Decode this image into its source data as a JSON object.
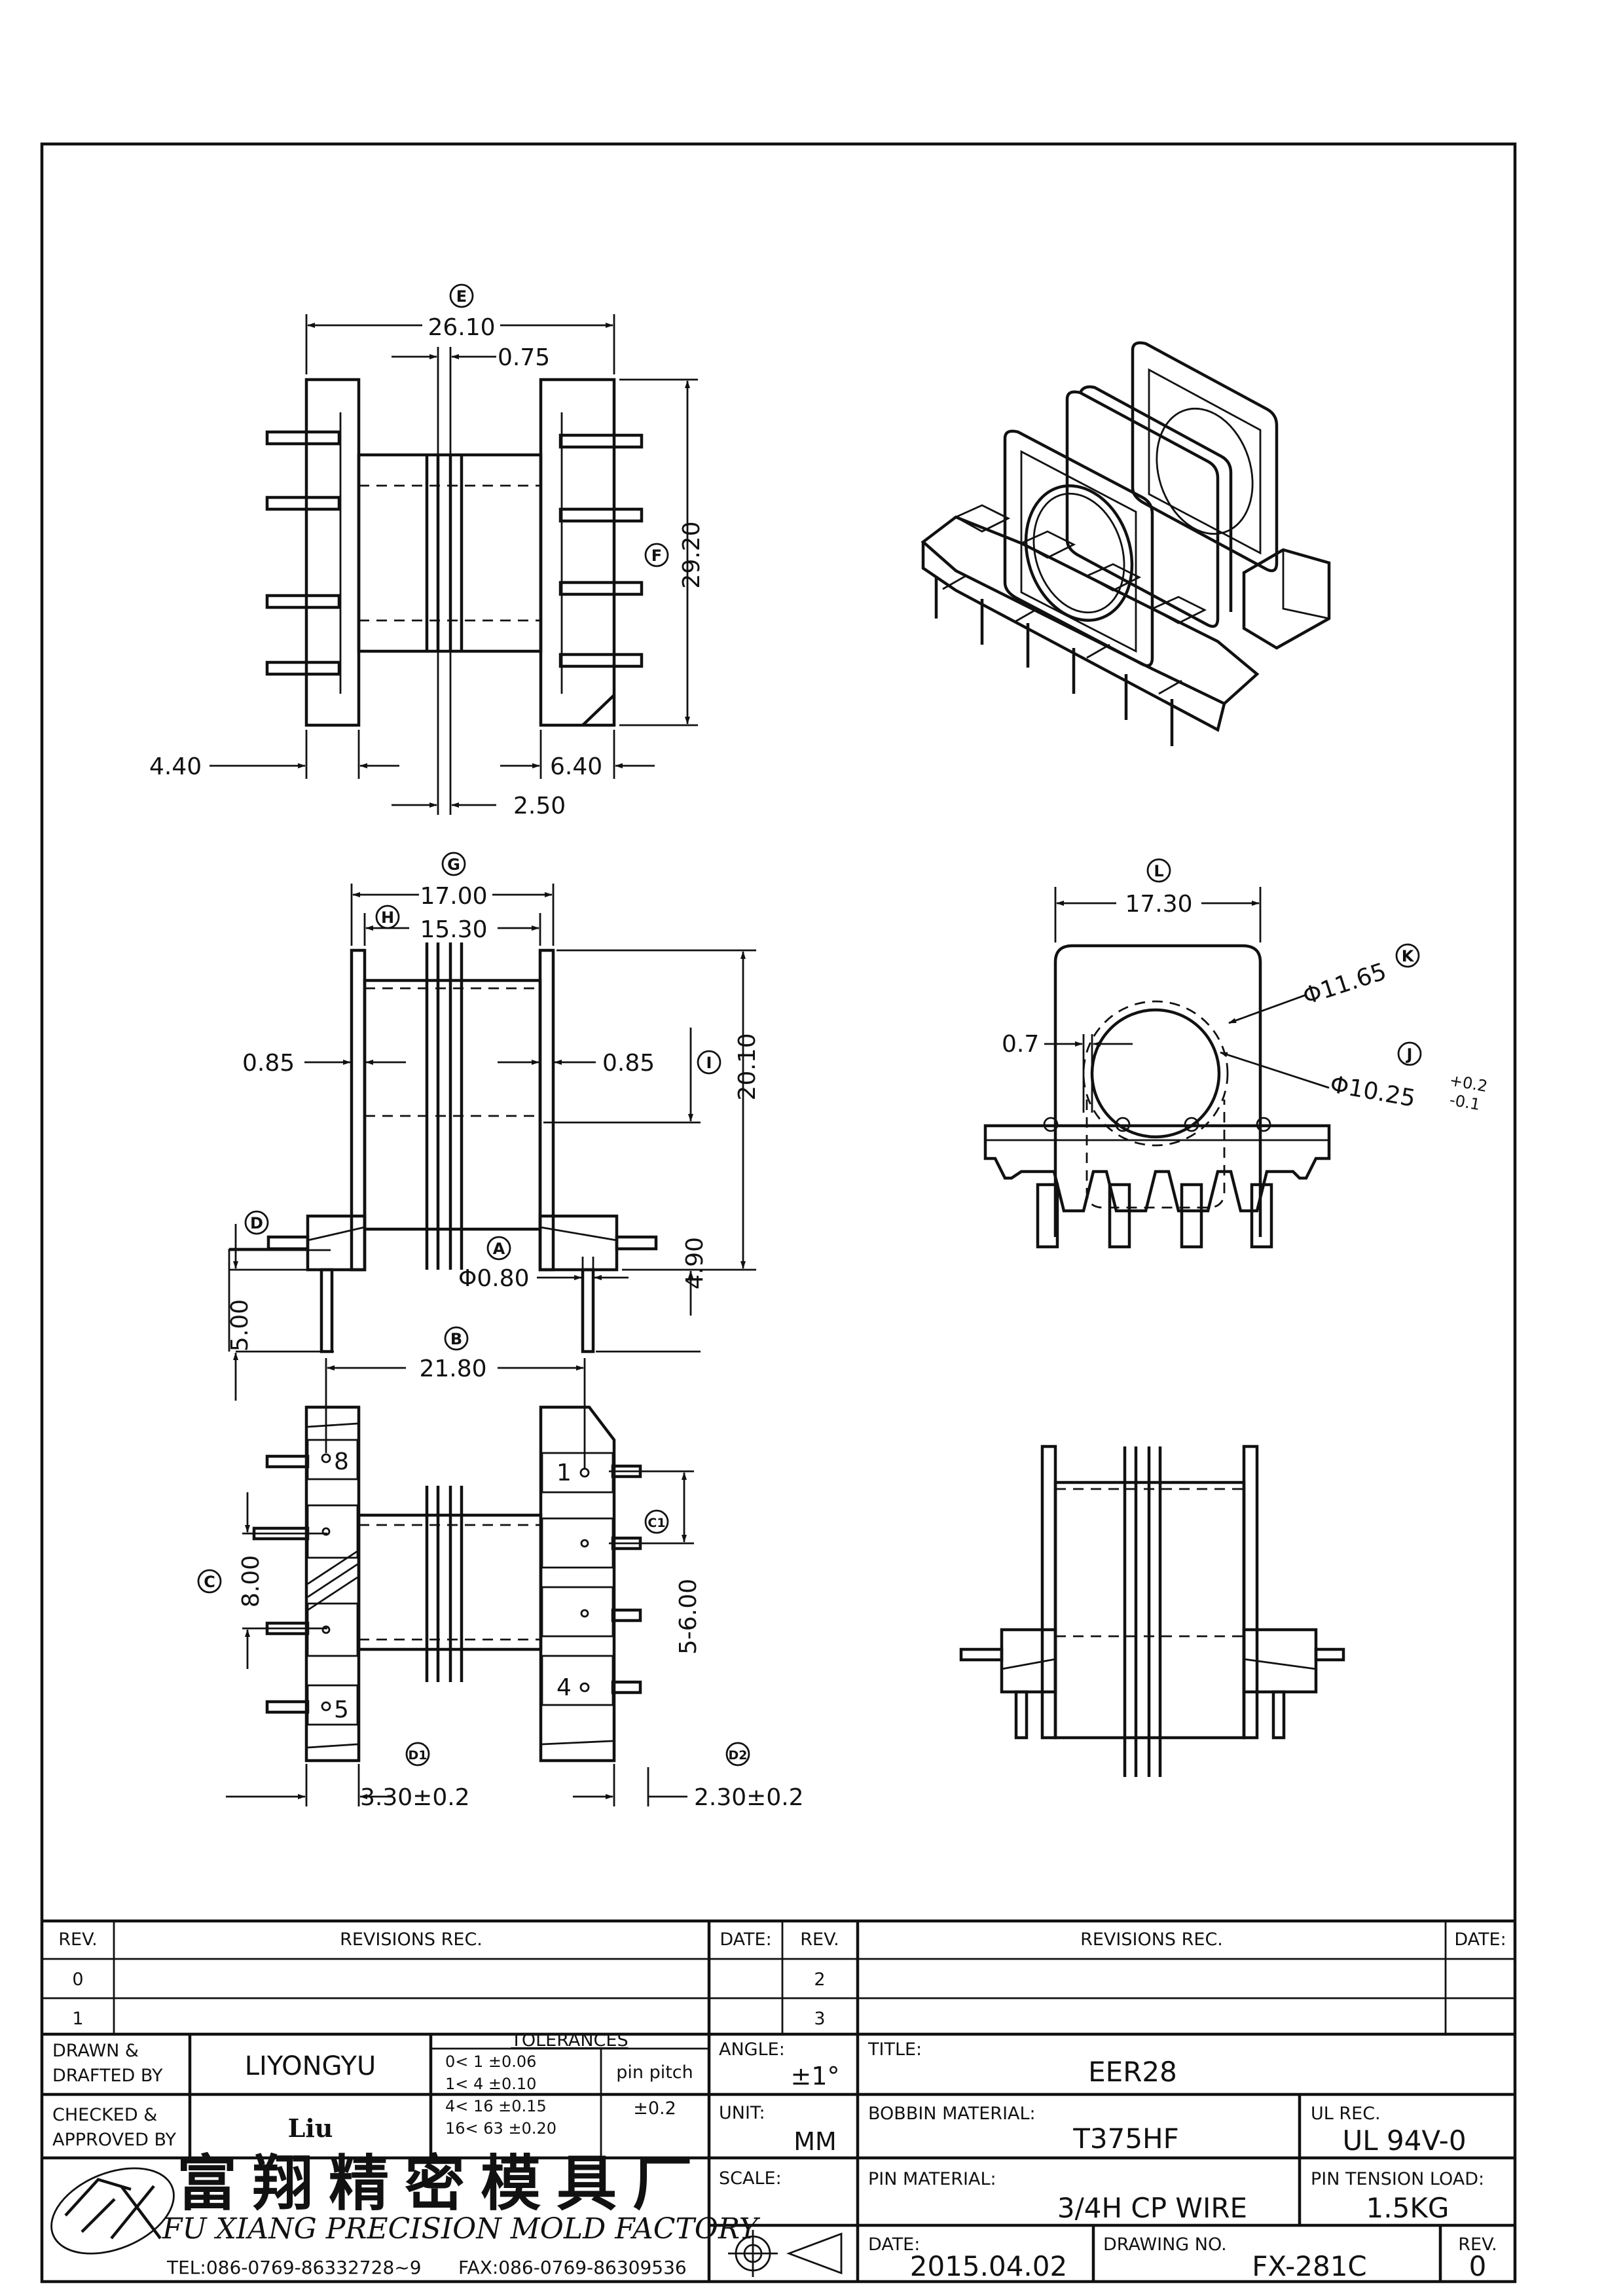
{
  "drawing": {
    "top_view": {
      "label_e": "E",
      "dim_26_10": "26.10",
      "dim_0_75": "0.75",
      "label_f": "F",
      "dim_29_20": "29.20",
      "dim_4_40": "4.40",
      "dim_6_40": "6.40",
      "dim_2_50": "2.50"
    },
    "front_view": {
      "label_g": "G",
      "dim_17_00": "17.00",
      "label_h": "H",
      "dim_15_30": "15.30",
      "dim_0_85_left": "0.85",
      "dim_0_85_right": "0.85",
      "label_i": "I",
      "dim_20_10": "20.10",
      "label_d": "D",
      "dim_5_00": "5.00",
      "label_a": "A",
      "dim_pin_dia": "Φ0.80",
      "dim_4_90": "4.90"
    },
    "bottom_view": {
      "label_b": "B",
      "dim_21_80": "21.80",
      "label_c": "C",
      "dim_8_00": "8.00",
      "label_c1": "C1",
      "dim_5_6_00": "5-6.00",
      "label_d1": "D1",
      "dim_3_30": "3.30±0.2",
      "label_d2": "D2",
      "dim_2_30": "2.30±0.2",
      "pin_8": "8",
      "pin_5": "5",
      "pin_1": "1",
      "pin_4": "4"
    },
    "side_view": {
      "label_l": "L",
      "dim_17_30": "17.30",
      "label_k": "K",
      "dim_11_65": "Φ11.65",
      "label_j": "J",
      "dim_10_25": "Φ10.25",
      "dim_tol_plus": "+0.2",
      "dim_tol_minus": "-0.1",
      "dim_0_7": "0.7"
    }
  },
  "revisions": {
    "col_rev": "REV.",
    "col_records": "REVISIONS   REC.",
    "col_date": "DATE:",
    "rows_left": [
      "0",
      "1"
    ],
    "rows_right": [
      "2",
      "3"
    ]
  },
  "title_block": {
    "drawn_label_1": "DRAWN &",
    "drawn_label_2": "DRAFTED BY",
    "drawn_value": "LIYONGYU",
    "checked_label_1": "CHECKED &",
    "checked_label_2": "APPROVED BY",
    "checked_value": "Liu",
    "tolerances_title": "TOLERANCES",
    "tolerance_rows": [
      "0<    1     ±0.06",
      "1<    4     ±0.10",
      "4<   16    ±0.15",
      "16<  63   ±0.20"
    ],
    "pin_pitch_label": "pin pitch",
    "pin_pitch_value": "±0.2",
    "angle_label": "ANGLE:",
    "angle_value": "±1°",
    "unit_label": "UNIT:",
    "unit_value": "MM",
    "scale_label": "SCALE:",
    "title_label": "TITLE:",
    "title_value": "EER28",
    "bobbin_material_label": "BOBBIN MATERIAL:",
    "bobbin_material_value": "T375HF",
    "ul_label": "UL REC.",
    "ul_value": "UL 94V-0",
    "pin_material_label": "PIN MATERIAL:",
    "pin_material_value": "3/4H CP WIRE",
    "pin_tension_label": "PIN TENSION LOAD:",
    "pin_tension_value": "1.5KG",
    "date_label": "DATE:",
    "date_value": "2015.04.02",
    "drawing_no_label": "DRAWING NO.",
    "drawing_no_value": "FX-281C",
    "rev_label": "REV.",
    "rev_value": "0"
  },
  "company": {
    "name_cn": "富翔精密模具厂",
    "name_en": "FU XIANG PRECISION MOLD FACTORY",
    "tel": "TEL:086-0769-86332728~9",
    "fax": "FAX:086-0769-86309536"
  }
}
